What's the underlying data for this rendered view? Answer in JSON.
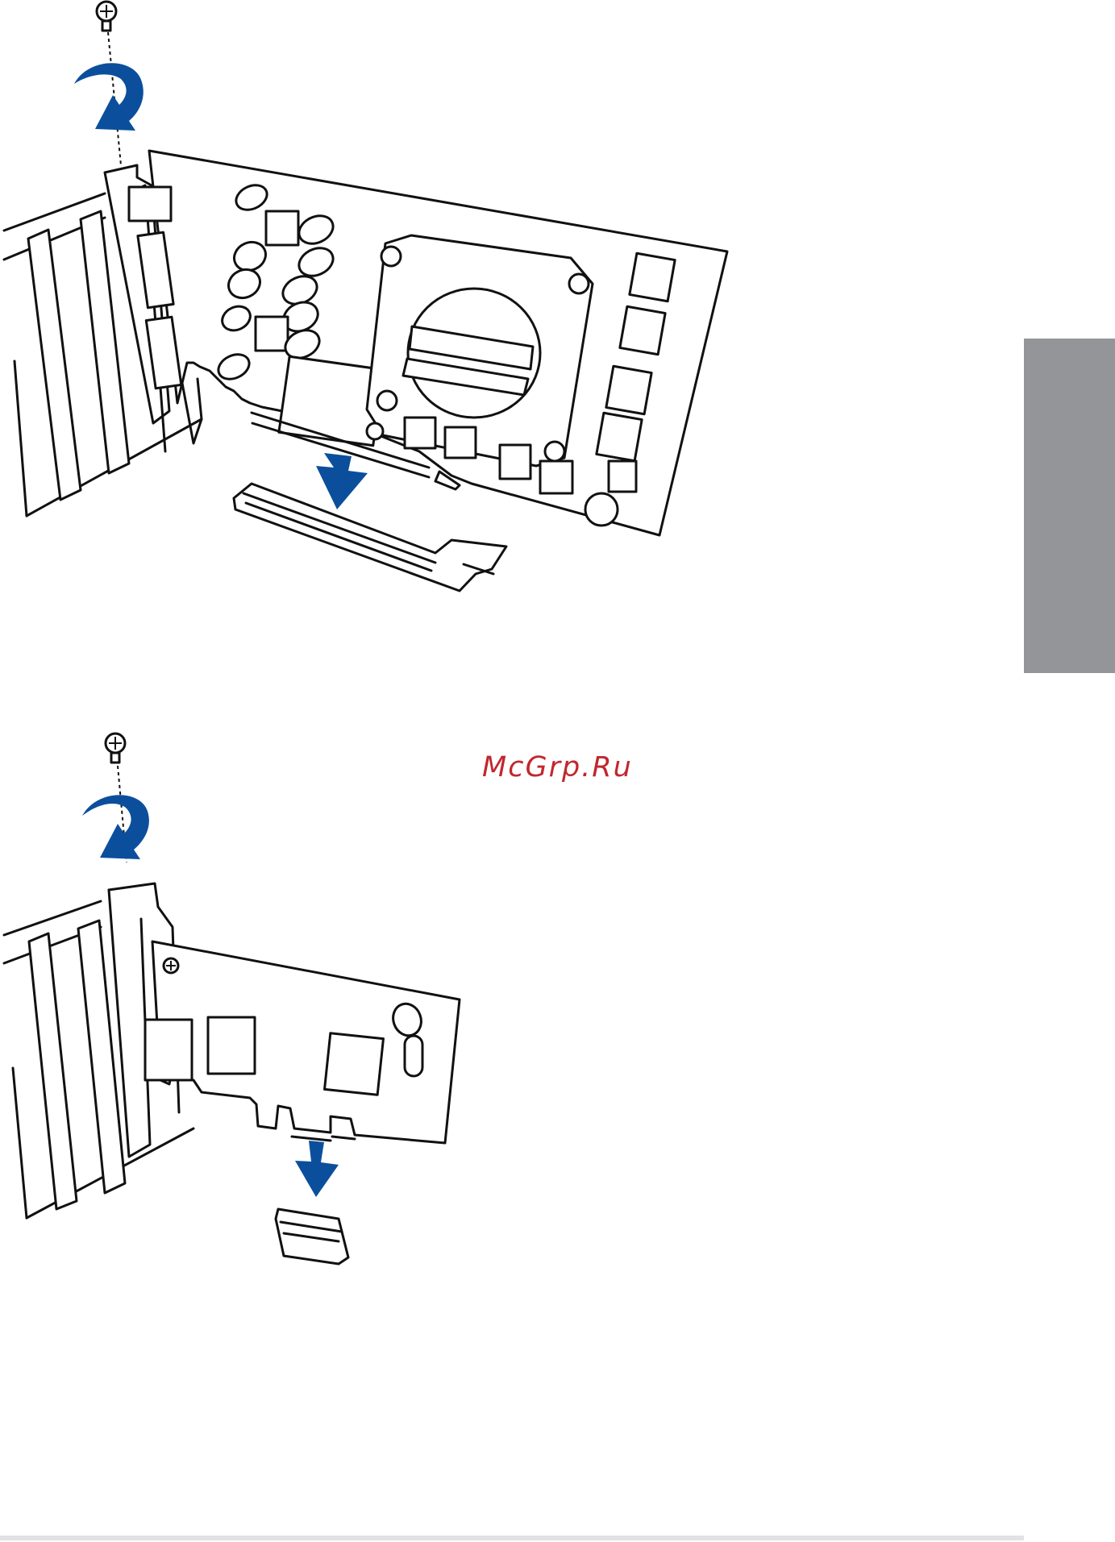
{
  "watermark": {
    "text": "McGrp.Ru",
    "color": "#c1272d"
  },
  "colors": {
    "arrow": "#0b4f9c",
    "side_tab": "#939598",
    "line": "#111111"
  },
  "figures": [
    {
      "icon": "graphics-card-installation-illustration"
    },
    {
      "icon": "pcie-x1-card-installation-illustration"
    }
  ]
}
